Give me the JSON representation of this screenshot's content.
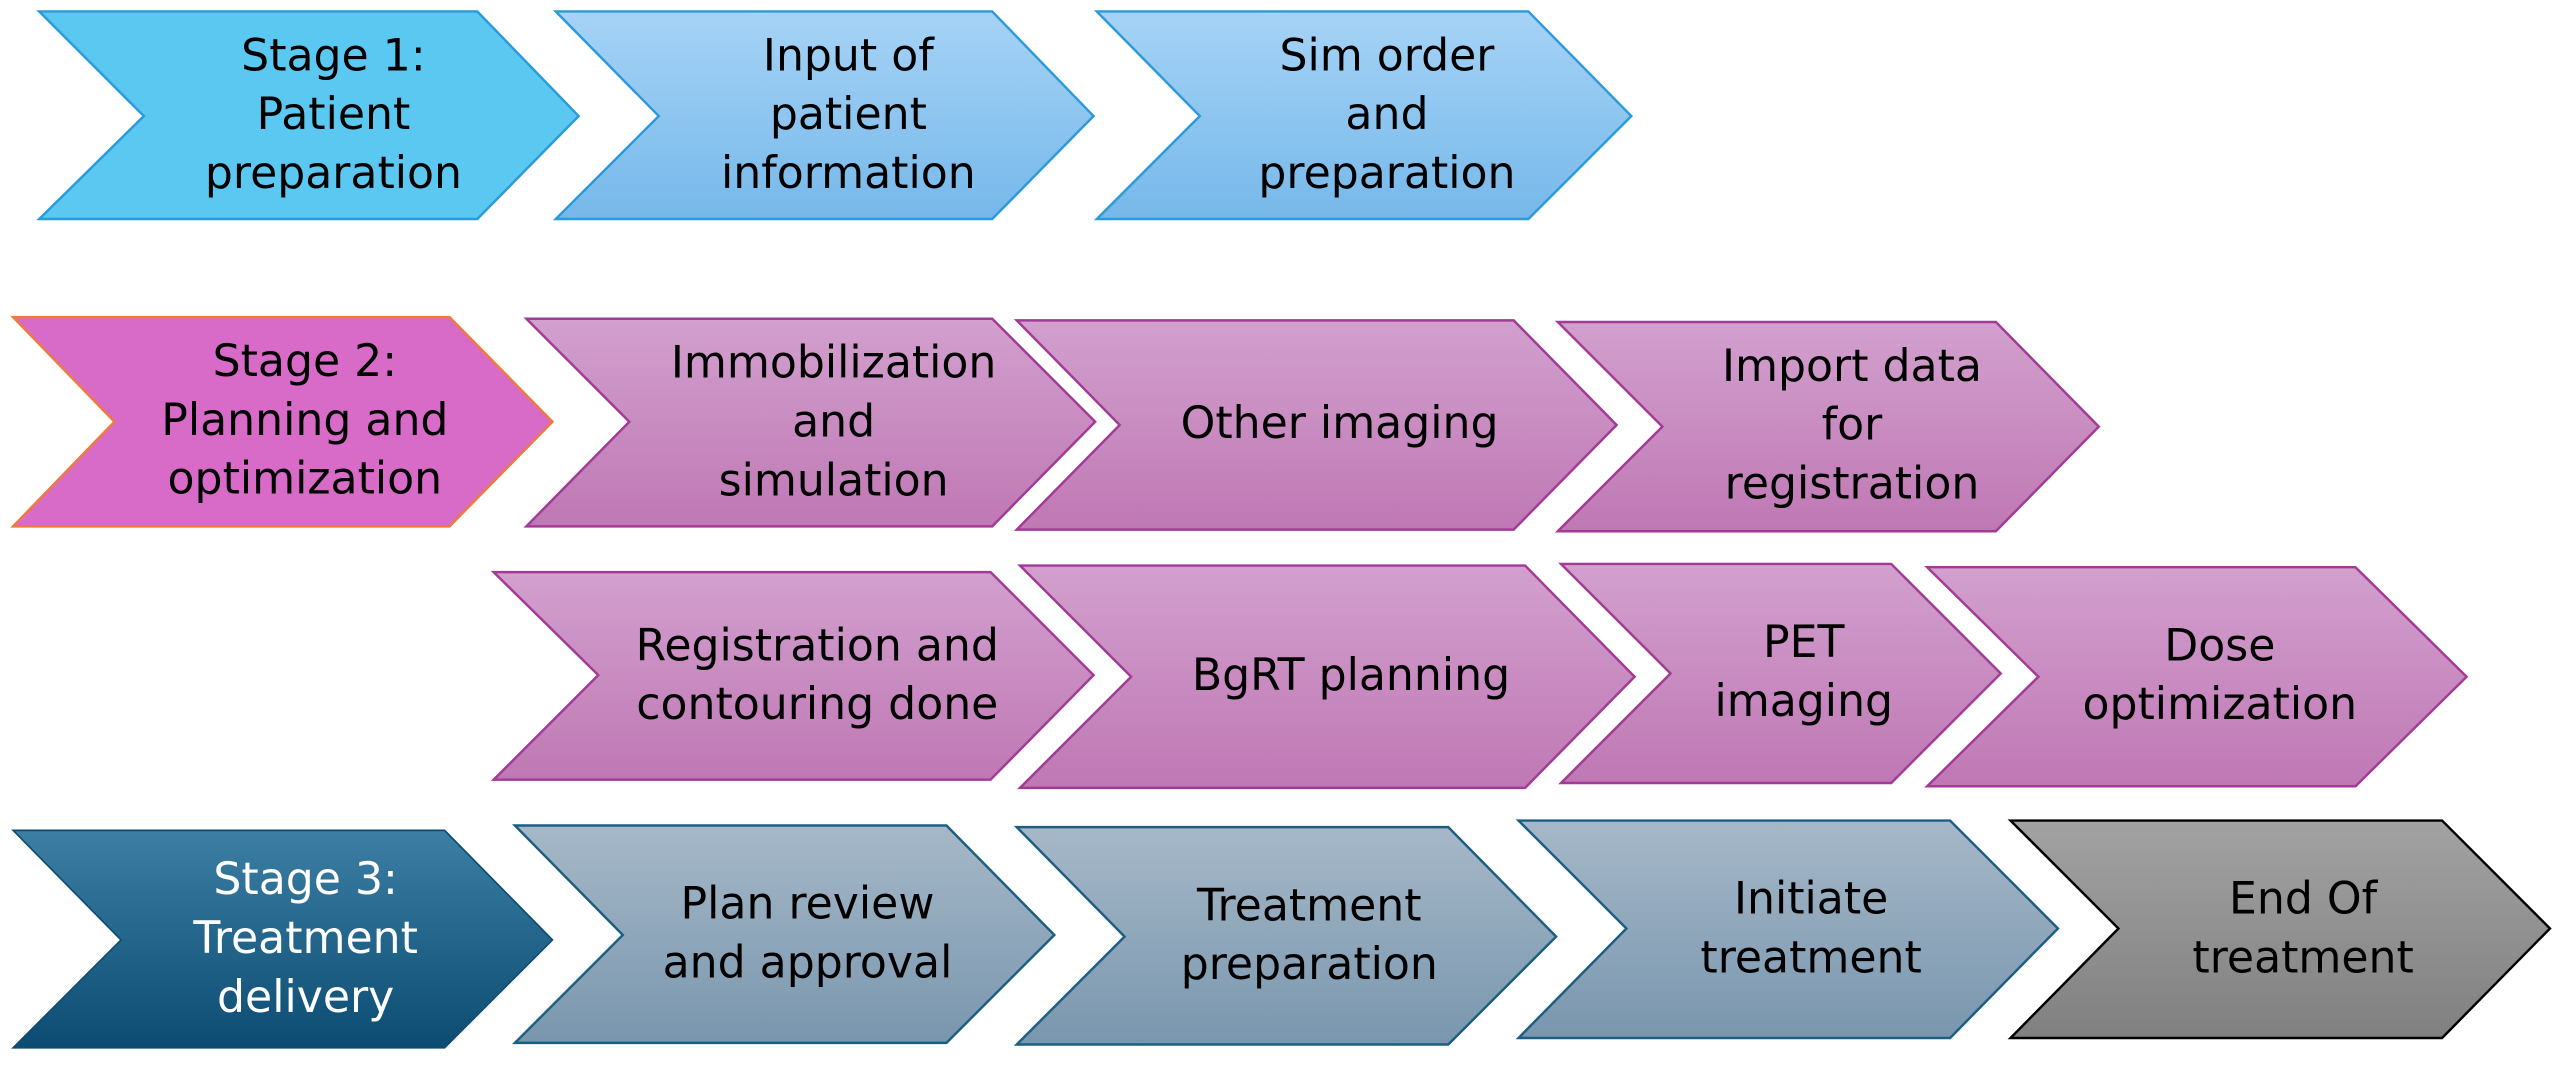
{
  "diagram": {
    "stage1": {
      "title": "Stage 1:\nPatient\npreparation",
      "steps": [
        "Input of\npatient\ninformation",
        "Sim order\nand\npreparation"
      ]
    },
    "stage2": {
      "title": "Stage 2:\nPlanning and\noptimization",
      "row1": [
        "Immobilization\nand\nsimulation",
        "Other imaging",
        "Import data\nfor\nregistration"
      ],
      "row2": [
        "Registration and\ncontouring done",
        "BgRT planning",
        "PET\nimaging",
        "Dose\noptimization"
      ]
    },
    "stage3": {
      "title": "Stage 3:\nTreatment\ndelivery",
      "steps": [
        "Plan review\nand approval",
        "Treatment\npreparation",
        "Initiate\ntreatment",
        "End Of\ntreatment"
      ]
    },
    "colors": {
      "stage1_header": "#5bc8f2",
      "stage1_step_top": "#a6d3f6",
      "stage1_step_bottom": "#76b8ea",
      "stage1_stroke": "#2a9ad8",
      "stage2_header": "#d86ac8",
      "stage2_header_stroke": "#ee7a3c",
      "stage2_step_top": "#d2a0ce",
      "stage2_step_bottom": "#bf78b4",
      "stage2_stroke": "#a23a96",
      "stage3_header_top": "#3c7ea4",
      "stage3_header_bottom": "#0c4c72",
      "stage3_step_top": "#a6b8c8",
      "stage3_step_bottom": "#7996ae",
      "stage3_stroke": "#1c5e82",
      "end_top": "#a2a2a2",
      "end_bottom": "#808080",
      "end_stroke": "#000000"
    }
  }
}
